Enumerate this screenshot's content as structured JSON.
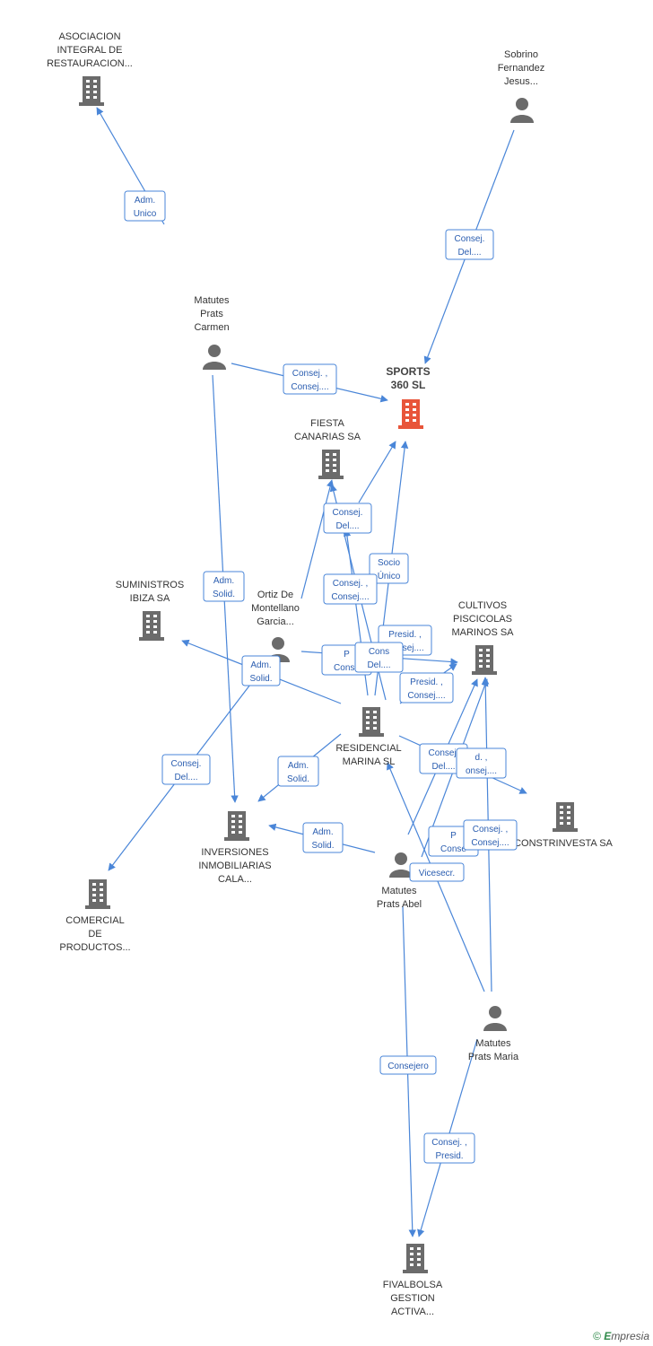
{
  "colors": {
    "edge": "#4a86d8",
    "company": "#6b6b6b",
    "focus_company": "#e8553a",
    "person": "#6b6b6b"
  },
  "nodes": [
    {
      "id": "asociacion",
      "type": "company",
      "label": [
        "ASOCIACION",
        "INTEGRAL DE",
        "RESTAURACION..."
      ]
    },
    {
      "id": "sobrino",
      "type": "person",
      "label": [
        "Sobrino",
        "Fernandez",
        "Jesus..."
      ]
    },
    {
      "id": "carmen",
      "type": "person",
      "label": [
        "Matutes",
        "Prats",
        "Carmen"
      ]
    },
    {
      "id": "sports",
      "type": "focus",
      "label": [
        "SPORTS",
        "360 SL"
      ]
    },
    {
      "id": "fiesta",
      "type": "company",
      "label": [
        "FIESTA",
        "CANARIAS SA"
      ]
    },
    {
      "id": "suministros",
      "type": "company",
      "label": [
        "SUMINISTROS",
        "IBIZA SA"
      ]
    },
    {
      "id": "ortiz",
      "type": "person",
      "label": [
        "Ortiz De",
        "Montellano",
        "Garcia..."
      ]
    },
    {
      "id": "cultivos",
      "type": "company",
      "label": [
        "CULTIVOS",
        "PISCICOLAS",
        "MARINOS SA"
      ]
    },
    {
      "id": "residencial",
      "type": "company",
      "label": [
        "RESIDENCIAL",
        "MARINA SL"
      ]
    },
    {
      "id": "constrinvesta",
      "type": "company",
      "label": [
        "CONSTRINVESTA SA"
      ]
    },
    {
      "id": "inversiones",
      "type": "company",
      "label": [
        "INVERSIONES",
        "INMOBILIARIAS",
        "CALA..."
      ]
    },
    {
      "id": "comercial",
      "type": "company",
      "label": [
        "COMERCIAL",
        "DE",
        "PRODUCTOS..."
      ]
    },
    {
      "id": "abel",
      "type": "person",
      "label": [
        "Matutes",
        "Prats Abel"
      ]
    },
    {
      "id": "maria",
      "type": "person",
      "label": [
        "Matutes",
        "Prats Maria"
      ]
    },
    {
      "id": "fivalbolsa",
      "type": "company",
      "label": [
        "FIVALBOLSA",
        "GESTION",
        "ACTIVA..."
      ]
    }
  ],
  "edges": [
    {
      "label": [
        "Adm.",
        "Unico"
      ]
    },
    {
      "label": [
        "Consej.",
        "Del...."
      ]
    },
    {
      "label": [
        "Consej. ,",
        "Consej...."
      ]
    },
    {
      "label": [
        "Consej.",
        "Del...."
      ]
    },
    {
      "label": [
        "Adm.",
        "Solid."
      ]
    },
    {
      "label": [
        "Socio",
        "Único"
      ]
    },
    {
      "label": [
        "Consej. ,",
        "Consej...."
      ]
    },
    {
      "label": [
        "Presid. ,",
        "Consej...."
      ]
    },
    {
      "label": [
        "P",
        "Conse"
      ]
    },
    {
      "label": [
        "Cons",
        "Del...."
      ]
    },
    {
      "label": [
        "Presid. ,",
        "Consej...."
      ]
    },
    {
      "label": [
        "Adm.",
        "Solid."
      ]
    },
    {
      "label": [
        "Consej.",
        "Del...."
      ]
    },
    {
      "label": [
        "Adm.",
        "Solid."
      ]
    },
    {
      "label": [
        "Consej.",
        "Del...."
      ]
    },
    {
      "label": [
        "d. ,",
        "onsej...."
      ]
    },
    {
      "label": [
        "Adm.",
        "Solid."
      ]
    },
    {
      "label": [
        "P",
        "Conse"
      ]
    },
    {
      "label": [
        "Consej. ,",
        "Consej...."
      ]
    },
    {
      "label": [
        "Vicesecr."
      ]
    },
    {
      "label": [
        "Consejero"
      ]
    },
    {
      "label": [
        "Consej. ,",
        "Presid."
      ]
    }
  ],
  "footer": {
    "copyright": "©",
    "brand_initial": "E",
    "brand_rest": "mpresia"
  }
}
